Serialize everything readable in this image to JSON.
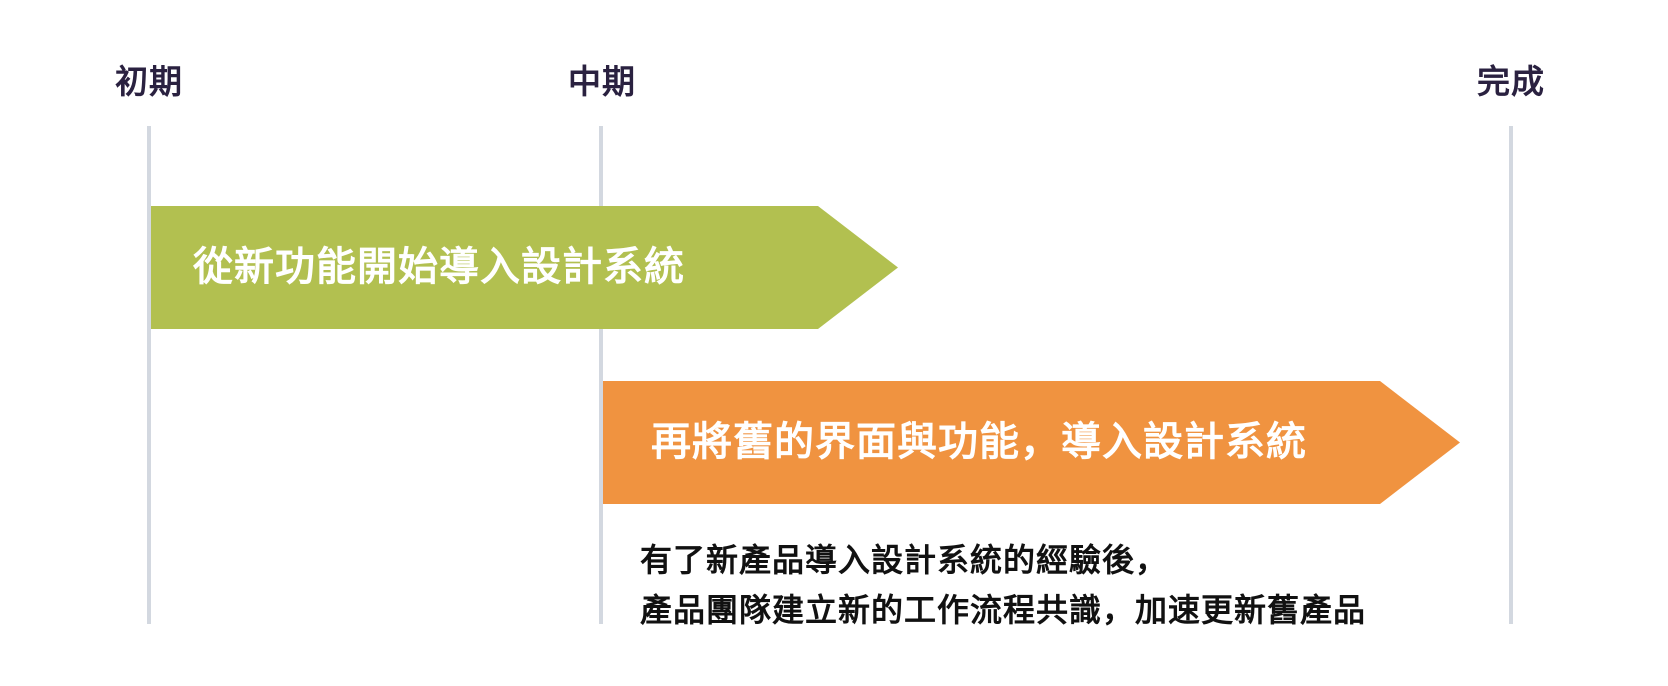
{
  "timeline": {
    "phases": [
      {
        "label": "初期"
      },
      {
        "label": "中期"
      },
      {
        "label": "完成"
      }
    ],
    "line_color": "#d3d8e0",
    "label_color": "#2a2140"
  },
  "steps": [
    {
      "label": "從新功能開始導入設計系統",
      "color": "#b2c050"
    },
    {
      "label": "再將舊的界面與功能，導入設計系統",
      "color": "#f09340"
    }
  ],
  "note": {
    "lines": [
      "有了新產品導入設計系統的經驗後，",
      "產品團隊建立新的工作流程共識，加速更新舊產品"
    ]
  }
}
